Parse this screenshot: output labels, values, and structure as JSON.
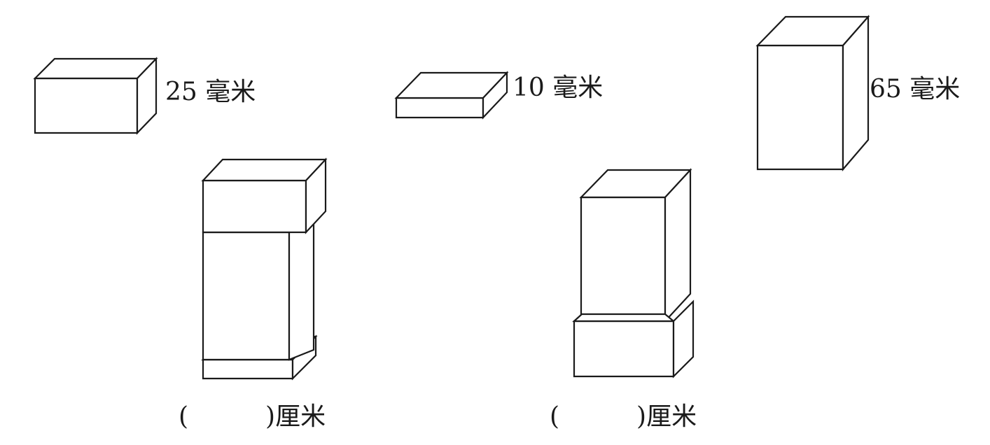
{
  "measured_boxes": [
    {
      "id": "box-a",
      "height_label": "25 毫米",
      "height_mm": 25
    },
    {
      "id": "box-b",
      "height_label": "10 毫米",
      "height_mm": 10
    },
    {
      "id": "box-c",
      "height_label": "65 毫米",
      "height_mm": 65
    }
  ],
  "stacks": [
    {
      "id": "stack-left",
      "order_bottom_to_top": [
        "box-b",
        "box-c",
        "box-a"
      ],
      "answer_paren_open": "(",
      "answer_paren_close": ")",
      "answer_unit": "厘米"
    },
    {
      "id": "stack-right",
      "order_bottom_to_top": [
        "box-a",
        "box-c"
      ],
      "answer_paren_open": "(",
      "answer_paren_close": ")",
      "answer_unit": "厘米"
    }
  ]
}
